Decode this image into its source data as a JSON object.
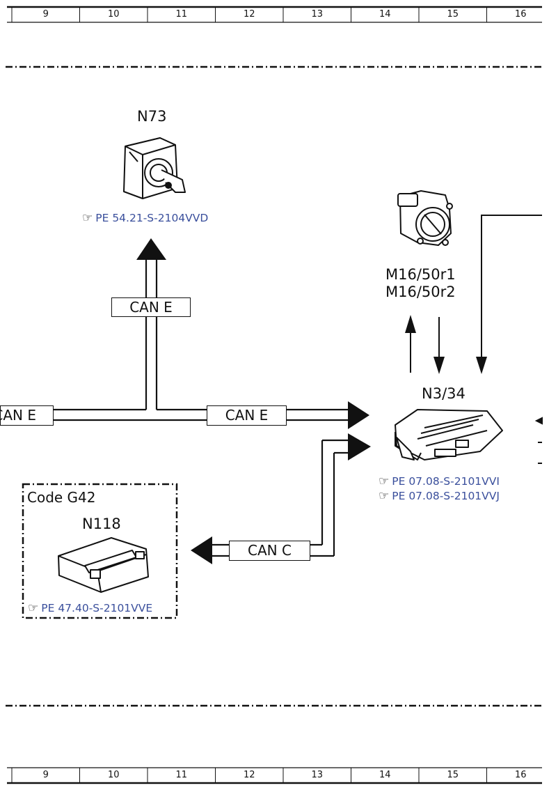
{
  "ruler": {
    "columns": [
      "9",
      "10",
      "11",
      "12",
      "13",
      "14",
      "15",
      "16"
    ]
  },
  "components": {
    "n73": {
      "name": "N73",
      "ref": "PE 54.21-S-2104VVD"
    },
    "m16": {
      "name_line1": "M16/50r1",
      "name_line2": "M16/50r2"
    },
    "n3_34": {
      "name": "N3/34",
      "ref1": "PE 07.08-S-2101VVI",
      "ref2": "PE 07.08-S-2101VVJ"
    },
    "n118": {
      "code": "Code G42",
      "name": "N118",
      "ref": "PE 47.40-S-2101VVE"
    }
  },
  "buses": {
    "can_e_vertical": "CAN E",
    "can_e_left": "CAN E",
    "can_e_right": "CAN E",
    "can_c": "CAN C"
  },
  "icons": {
    "reference": "pointing-hand-icon"
  },
  "colors": {
    "link": "#3a4f9c",
    "line": "#111111"
  }
}
